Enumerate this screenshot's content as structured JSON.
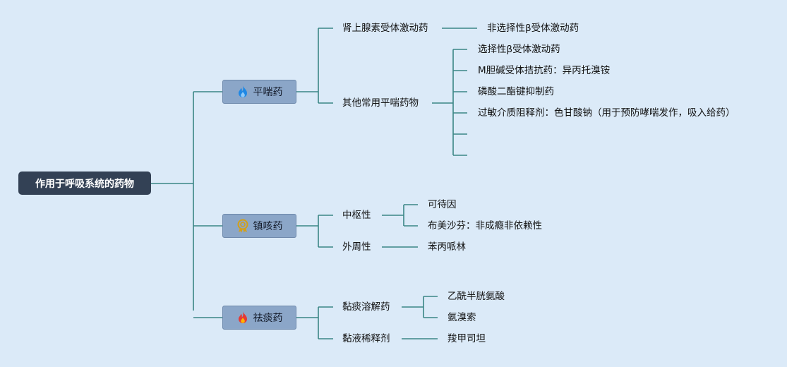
{
  "root": {
    "label": "作用于呼吸系统的药物"
  },
  "categories": [
    {
      "label": "平喘药",
      "icon": "flame-icon",
      "groups": [
        {
          "label": "肾上腺素受体激动药",
          "items": [
            "非选择性β受体激动药"
          ]
        },
        {
          "label": "其他常用平喘药物",
          "items": [
            "选择性β受体激动药",
            "M胆碱受体拮抗药：异丙托溴铵",
            "磷酸二酯键抑制药",
            "过敏介质阻释剂：色甘酸钠（用于预防哮喘发作，吸入给药）",
            "",
            ""
          ]
        }
      ]
    },
    {
      "label": "镇咳药",
      "icon": "award-medal-icon",
      "groups": [
        {
          "label": "中枢性",
          "items": [
            "可待因",
            "布美沙芬：非成瘾非依赖性"
          ]
        },
        {
          "label": "外周性",
          "items": [
            "苯丙哌林"
          ]
        }
      ]
    },
    {
      "label": "祛痰药",
      "icon": "fire-icon",
      "groups": [
        {
          "label": "黏痰溶解药",
          "items": [
            "乙酰半胱氨酸",
            "氨溴索"
          ]
        },
        {
          "label": "黏液稀释剂",
          "items": [
            "羧甲司坦"
          ]
        }
      ]
    }
  ],
  "colors": {
    "background": "#dbeaf8",
    "connector": "#3b8686",
    "root_fill": "#334155",
    "category_fill": "#8ba6c8"
  }
}
